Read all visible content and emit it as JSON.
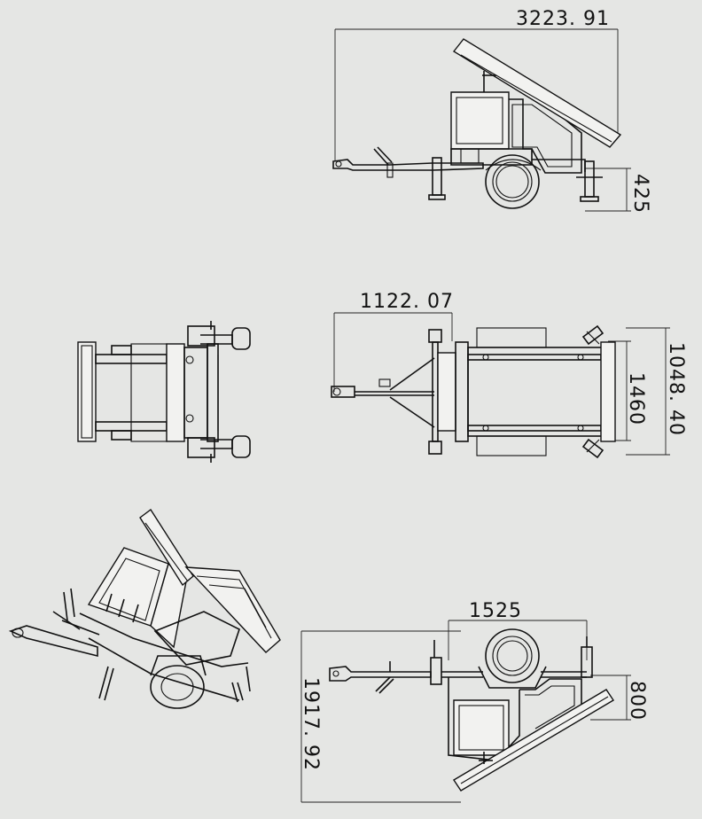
{
  "dimensions": {
    "side_length": "3223. 91",
    "side_height": "425",
    "top_offset": "1122. 07",
    "top_width_inner": "1460",
    "top_width_outer": "1048. 40",
    "plan_track": "1525",
    "plan_length": "1917. 92",
    "plan_offset": "800"
  },
  "colors": {
    "background": "#e5e6e4",
    "line": "#111111"
  }
}
